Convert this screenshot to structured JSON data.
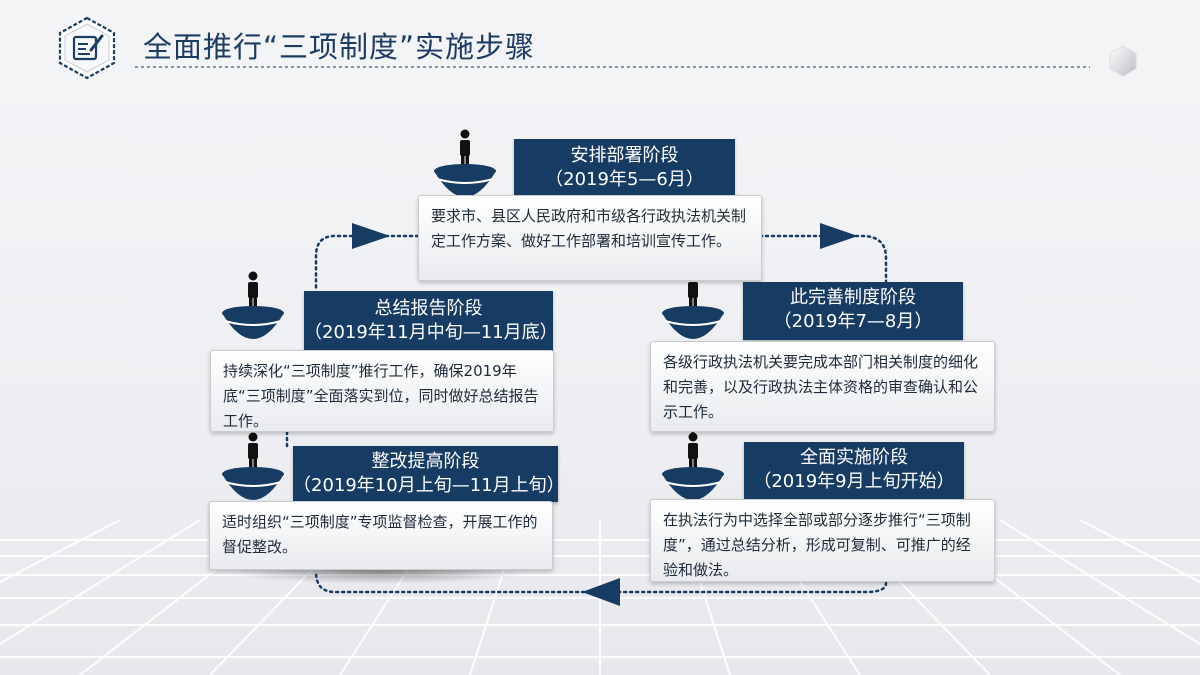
{
  "title": "全面推行“三项制度”实施步骤",
  "icons": {
    "logo": "document-edit-icon",
    "person": "person-icon",
    "bowl": "bowl-icon",
    "decor": "hexagon-icon"
  },
  "colors": {
    "accent": "#173c64",
    "text": "#1e2b3a",
    "title": "#1d3c63"
  },
  "stages": [
    {
      "title": "安排部署阶段",
      "period": "（2019年5—6月）",
      "desc": "要求市、县区人民政府和市级各行政执法机关制定工作方案、做好工作部署和培训宣传工作。"
    },
    {
      "title": "此完善制度阶段",
      "period": "（2019年7—8月）",
      "desc": "各级行政执法机关要完成本部门相关制度的细化和完善，以及行政执法主体资格的审查确认和公示工作。"
    },
    {
      "title": "全面实施阶段",
      "period": "（2019年9月上旬开始）",
      "desc": "在执法行为中选择全部或部分逐步推行“三项制度”，通过总结分析，形成可复制、可推广的经验和做法。"
    },
    {
      "title": "整改提高阶段",
      "period": "（2019年10月上旬—11月上旬）",
      "desc": "适时组织“三项制度”专项监督检查，开展工作的督促整改。"
    },
    {
      "title": "总结报告阶段",
      "period": "（2019年11月中旬—11月底）",
      "desc": "持续深化“三项制度”推行工作，确保2019年底“三项制度”全面落实到位，同时做好总结报告工作。"
    }
  ]
}
